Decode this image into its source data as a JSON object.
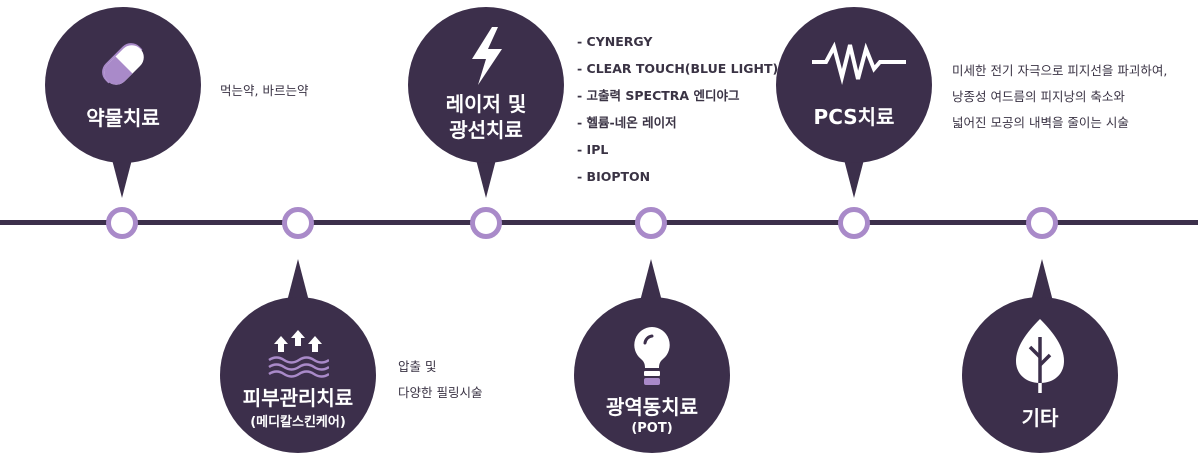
{
  "steps": [
    {
      "title": "약물치료",
      "description": [
        "먹는약, 바르는약"
      ],
      "icon": "pill-icon"
    },
    {
      "title": "피부관리치료",
      "subtitle": "(메디칼스킨케어)",
      "description": [
        "압출 및",
        "다양한 필링시술"
      ],
      "icon": "waves-arrows-icon"
    },
    {
      "title": "레이저 및\n광선치료",
      "title_lines": [
        "레이저 및",
        "광선치료"
      ],
      "description": [
        "- CYNERGY",
        "- CLEAR TOUCH(BLUE LIGHT)",
        "- 고출력 SPECTRA 엔디야그",
        "- 헬륨-네온 레이저",
        "- IPL",
        "- BIOPTON"
      ],
      "icon": "lightning-icon"
    },
    {
      "title": "광역동치료",
      "subtitle": "(POT)",
      "description": [],
      "icon": "lightbulb-icon"
    },
    {
      "title": "PCS치료",
      "description": [
        "미세한 전기 자극으로 피지선을 파괴하여,",
        "낭종성 여드름의 피지낭의 축소와",
        "넓어진 모공의 내벽을 줄이는 시술"
      ],
      "icon": "pulse-wave-icon"
    },
    {
      "title": "기타",
      "description": [],
      "icon": "leaf-icon"
    }
  ],
  "colors": {
    "bubble": "#3c2f4b",
    "accent": "#a98ac9",
    "line": "#3c2f4b"
  }
}
